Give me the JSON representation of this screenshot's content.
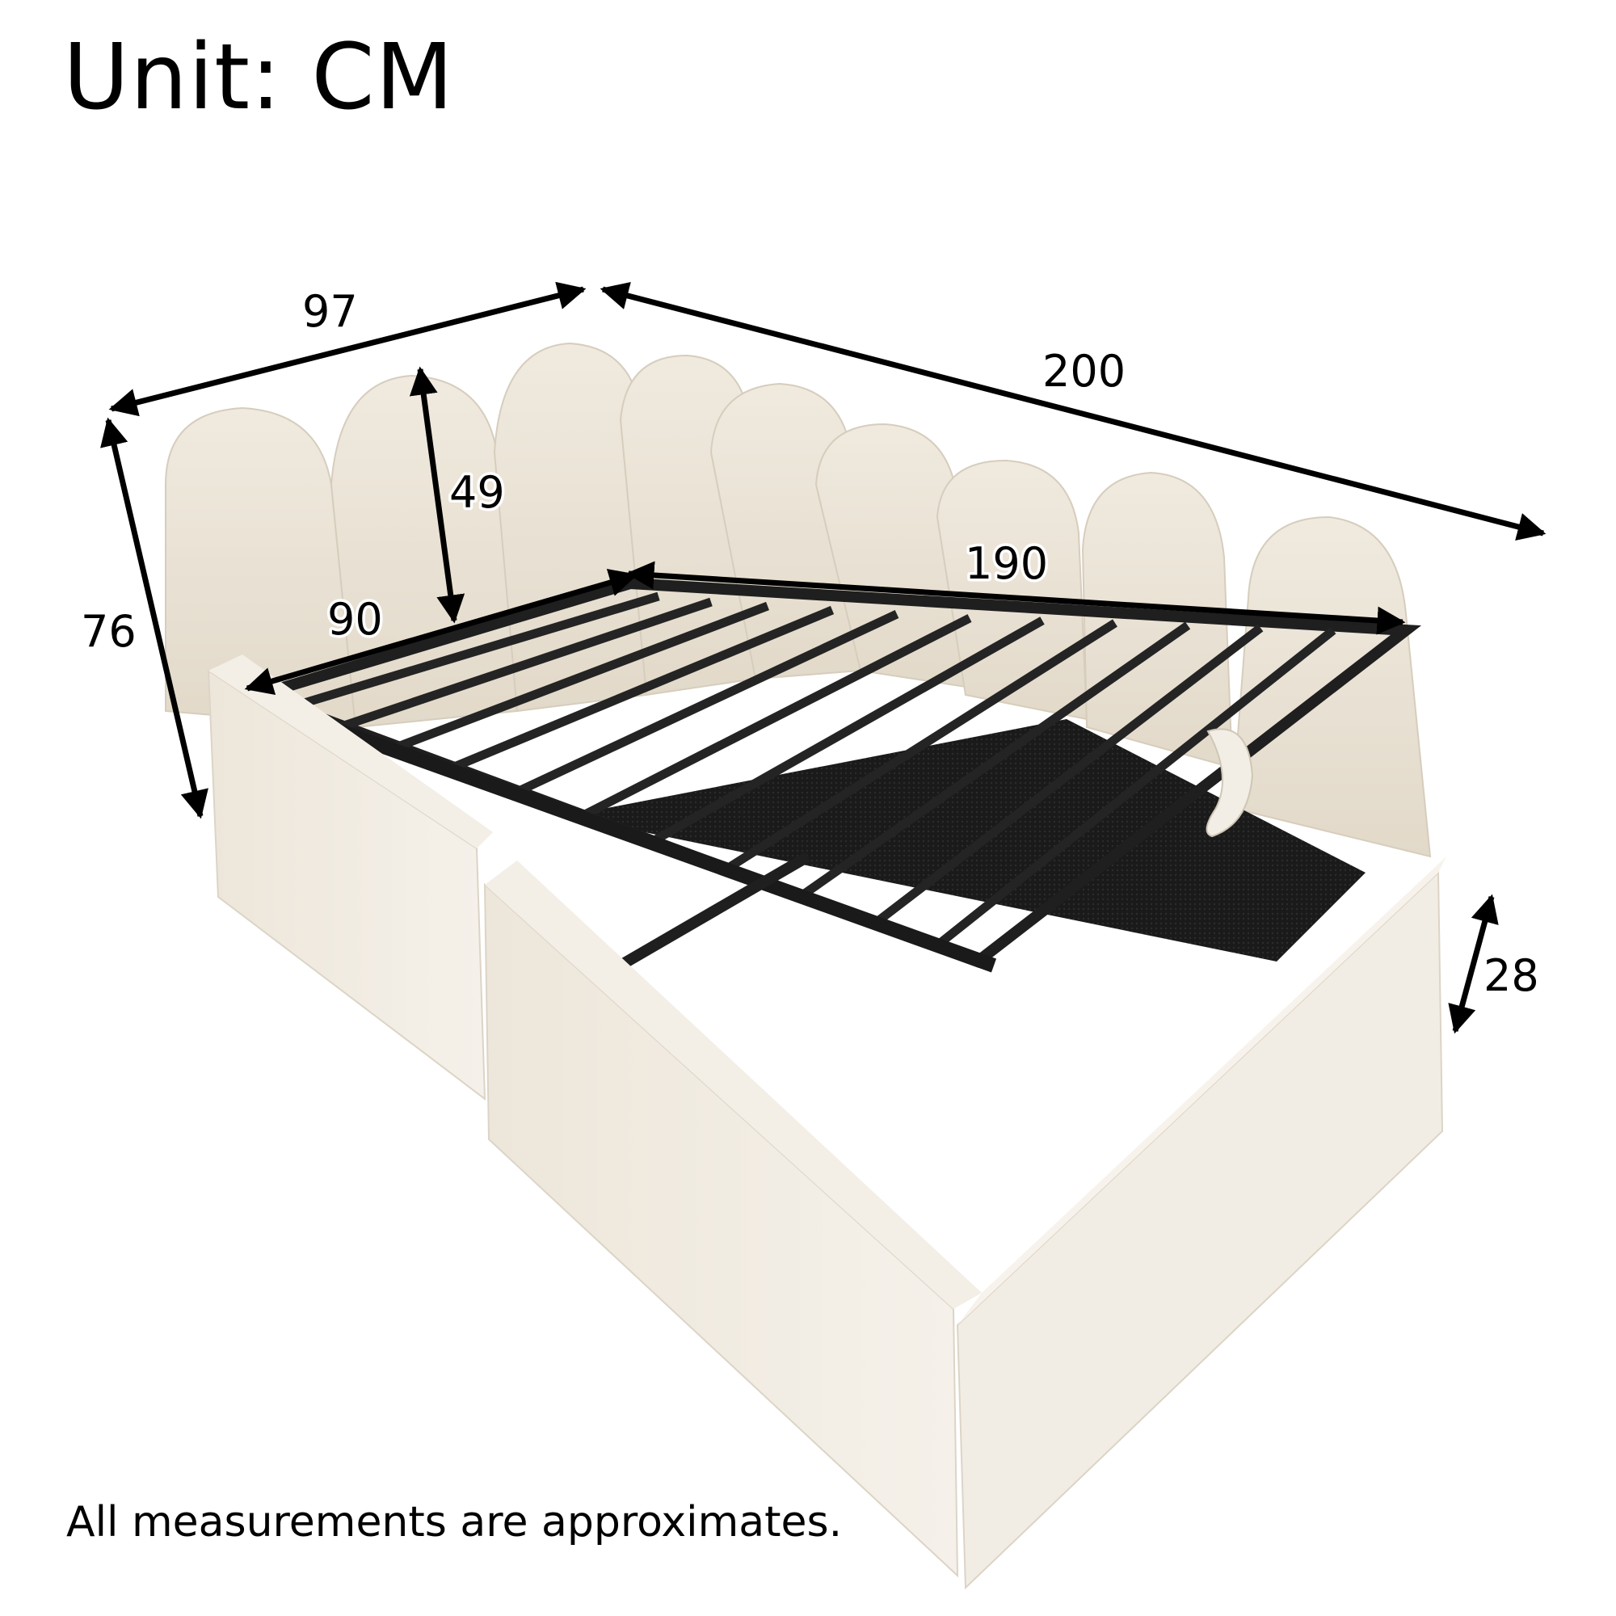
{
  "header": {
    "title": "Unit: CM"
  },
  "footer": {
    "note": "All measurements are approximates."
  },
  "product": {
    "name": "Upholstered daybed with lift-up storage",
    "upholstery_color": "#EAE3D6",
    "frame_color": "#1F1F1F",
    "headboard_panels": 9
  },
  "dimensions": {
    "overall_width": {
      "label": "97",
      "value": 97,
      "unit": "cm"
    },
    "overall_length": {
      "label": "200",
      "value": 200,
      "unit": "cm"
    },
    "overall_height": {
      "label": "76",
      "value": 76,
      "unit": "cm"
    },
    "headboard_height": {
      "label": "49",
      "value": 49,
      "unit": "cm"
    },
    "slat_width": {
      "label": "90",
      "value": 90,
      "unit": "cm"
    },
    "slat_length": {
      "label": "190",
      "value": 190,
      "unit": "cm"
    },
    "side_rail_height": {
      "label": "28",
      "value": 28,
      "unit": "cm"
    }
  },
  "colors": {
    "text": "#000000",
    "background": "#FFFFFF",
    "arrow": "#000000"
  }
}
